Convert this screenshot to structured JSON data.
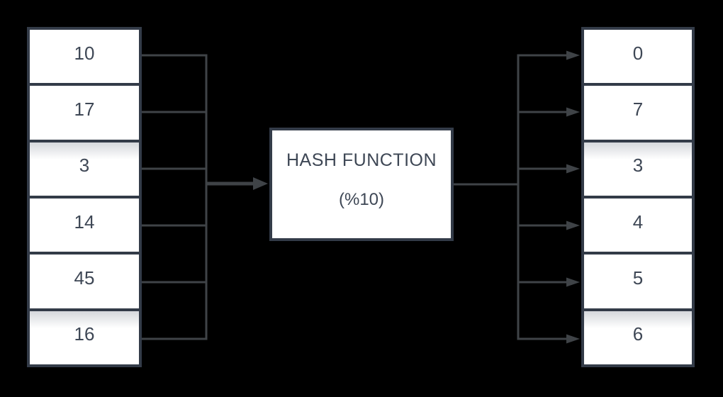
{
  "diagram": {
    "hash_box": {
      "title": "HASH FUNCTION",
      "subtitle": "(%10)"
    },
    "input_keys": [
      "10",
      "17",
      "3",
      "14",
      "45",
      "16"
    ],
    "output_indices": [
      "0",
      "7",
      "3",
      "4",
      "5",
      "6"
    ],
    "colors": {
      "background": "#000000",
      "cell_fill": "#ffffff",
      "cell_border": "#333b48",
      "text": "#3e4755",
      "connector": "#3f4347"
    }
  }
}
